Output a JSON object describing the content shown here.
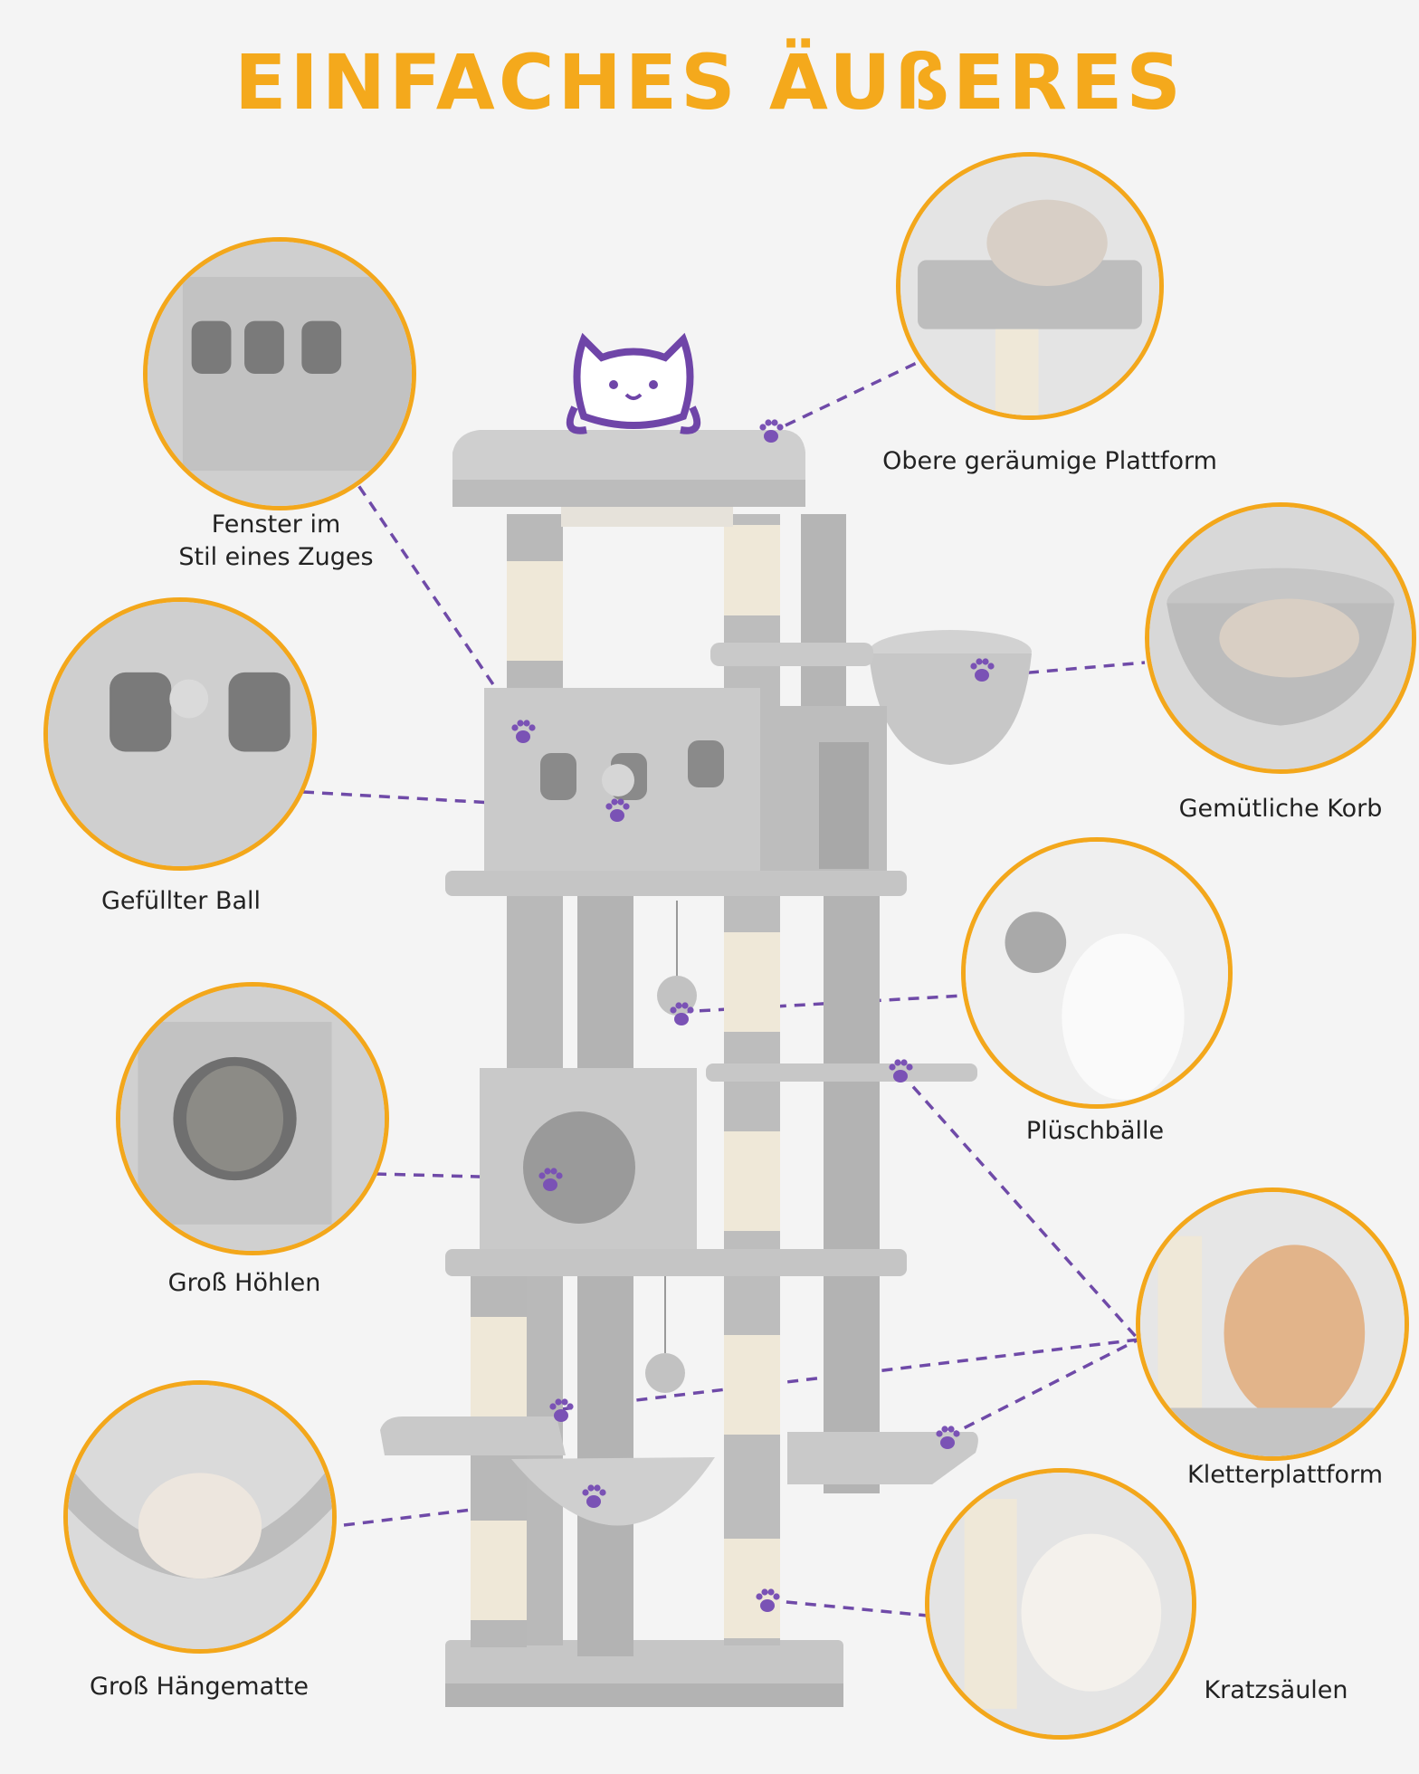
{
  "title": "EINFACHES ÄUßERES",
  "colors": {
    "accent": "#f3a71b",
    "title": "#f4a91c",
    "line": "#6f4aa8",
    "paw": "#7a52b5",
    "plush": "#c9c9c9",
    "sisal": "#efe8d8"
  },
  "labels": {
    "top_platform": "Obere geräumige Plattform",
    "train_window_line1": "Fenster im",
    "train_window_line2": "Stil eines Zuges",
    "basket": "Gemütliche Korb",
    "filled_ball": "Gefüllter Ball",
    "plush_balls": "Plüschbälle",
    "cave": "Groß Höhlen",
    "climb_platform": "Kletterplattform",
    "hammock": "Groß Hängematte",
    "scratch_posts": "Kratzsäulen"
  },
  "icons": {
    "paw": "paw-icon",
    "mascot": "cat-mascot-icon"
  }
}
